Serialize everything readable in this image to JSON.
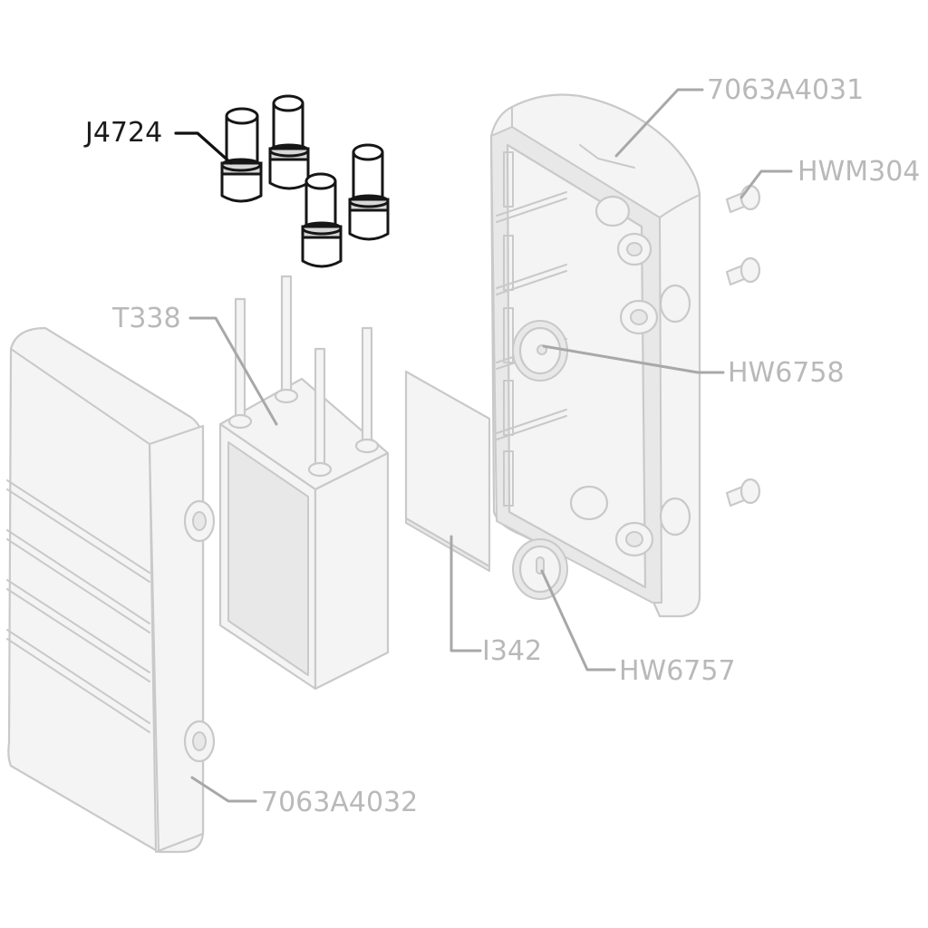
{
  "labels": {
    "j4724": "J4724",
    "a4031": "7063A4031",
    "hwm304": "HWM304",
    "t338": "T338",
    "hw6758": "HW6758",
    "i342": "I342",
    "hw6757": "HW6757",
    "a4032": "7063A4032"
  },
  "highlighted_part": "J4724",
  "colors": {
    "active": "#1a1a1a",
    "muted": "#b9b9b9"
  }
}
